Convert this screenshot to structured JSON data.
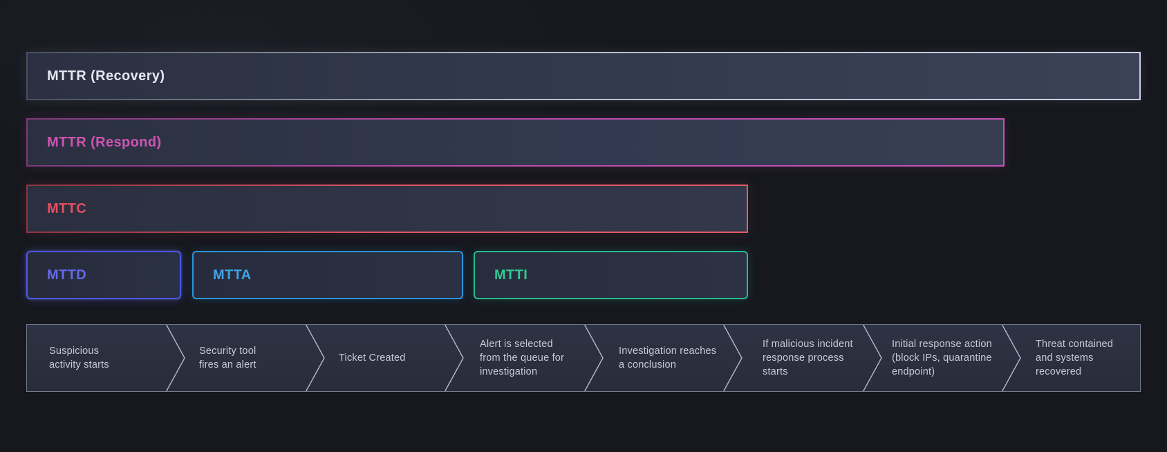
{
  "diagram": {
    "kind": "incident-response-metrics-timeline",
    "background_color": "#16181e"
  },
  "bars": [
    {
      "id": "mttr-recovery",
      "label": "MTTR (Recovery)",
      "text_color": "#e5e7f0",
      "border_color": "#ced1de",
      "fill_color": "#343a4e"
    },
    {
      "id": "mttr-respond",
      "label": "MTTR (Respond)",
      "text_color": "#cd55b2",
      "border_color": "#bb4ba6",
      "fill_color": "#333950"
    },
    {
      "id": "mttc",
      "label": "MTTC",
      "text_color": "#e44f60",
      "border_color": "#e15663",
      "fill_color": "#2f3546"
    },
    {
      "id": "mttd",
      "label": "MTTD",
      "text_color": "#6569ec",
      "border_color": "#4b55ea",
      "fill_color": "#262b3a"
    },
    {
      "id": "mtta",
      "label": "MTTA",
      "text_color": "#41a3e6",
      "border_color": "#2f93d6",
      "fill_color": "#272c3c"
    },
    {
      "id": "mtti",
      "label": "MTTI",
      "text_color": "#33c795",
      "border_color": "#27bb92",
      "fill_color": "#282d3d"
    }
  ],
  "timeline": {
    "text_color": "#c7cbd7",
    "fill_color": "#2b3040",
    "separator_color": "#b6bbcb",
    "steps": [
      {
        "label": "Suspicious activity starts"
      },
      {
        "label": "Security tool fires an alert"
      },
      {
        "label": "Ticket Created"
      },
      {
        "label": "Alert is selected from the queue for investigation"
      },
      {
        "label": "Investigation reaches a conclusion"
      },
      {
        "label": "If malicious incident response process starts"
      },
      {
        "label": "Initial response action (block IPs, quarantine endpoint)"
      },
      {
        "label": "Threat contained and systems recovered"
      }
    ]
  }
}
